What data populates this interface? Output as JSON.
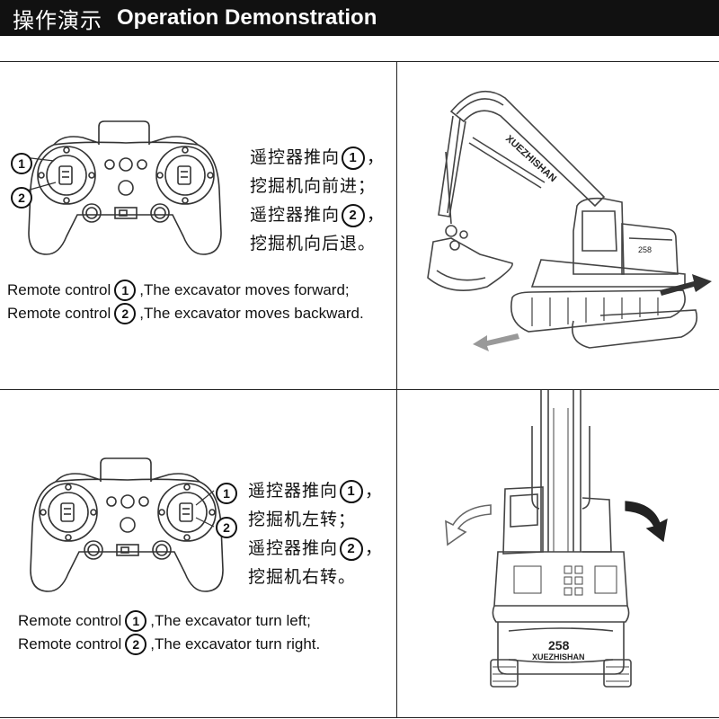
{
  "header": {
    "title_cn": "操作演示",
    "title_en": "Operation Demonstration"
  },
  "top_panel": {
    "callout_1": "1",
    "callout_2": "2",
    "cn_line1_pre": "遥控器推向",
    "cn_line1_num": "1",
    "cn_line1_post": "，",
    "cn_line2": "挖掘机向前进；",
    "cn_line3_pre": "遥控器推向",
    "cn_line3_num": "2",
    "cn_line3_post": "，",
    "cn_line4": "挖掘机向后退。",
    "en_line1_pre": "Remote control",
    "en_line1_num": "1",
    "en_line1_post": ",The excavator moves forward;",
    "en_line2_pre": "Remote control",
    "en_line2_num": "2",
    "en_line2_post": ",The excavator moves backward.",
    "excavator_brand": "XUEZHISHAN",
    "excavator_model": "258"
  },
  "bottom_panel": {
    "callout_1": "1",
    "callout_2": "2",
    "cn_line1_pre": "遥控器推向",
    "cn_line1_num": "1",
    "cn_line1_post": "，",
    "cn_line2": "挖掘机左转；",
    "cn_line3_pre": "遥控器推向",
    "cn_line3_num": "2",
    "cn_line3_post": "，",
    "cn_line4": "挖掘机右转。",
    "en_line1_pre": "Remote control",
    "en_line1_num": "1",
    "en_line1_post": ",The excavator turn left;",
    "en_line2_pre": "Remote control",
    "en_line2_num": "2",
    "en_line2_post": ",The excavator turn right.",
    "excavator_model": "258",
    "excavator_brand": "XUEZHISHAN"
  },
  "icons": [
    "remote-controller-icon",
    "excavator-side-view-icon",
    "excavator-front-view-icon",
    "arrow-forward-icon",
    "arrow-backward-icon",
    "rotate-left-icon",
    "rotate-right-icon"
  ]
}
